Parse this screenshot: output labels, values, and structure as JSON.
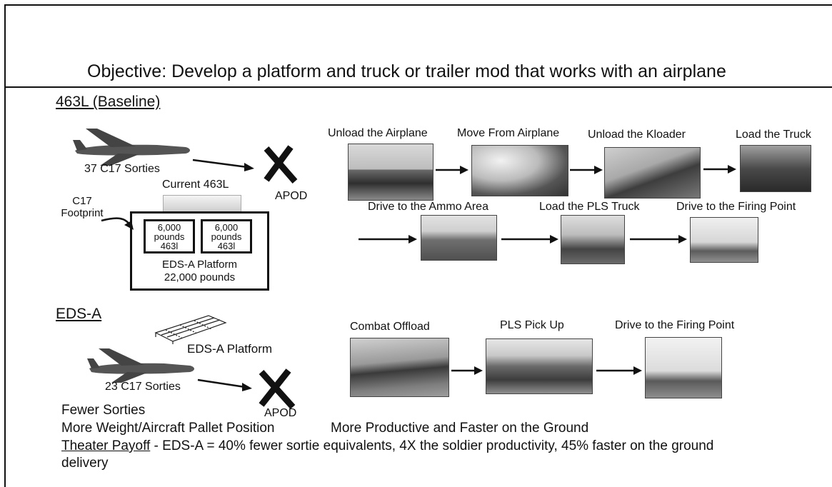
{
  "title": "Objective:  Develop a platform and truck or trailer mod that works with an airplane",
  "baseline": {
    "heading": "463L (Baseline)",
    "sorties": "37 C17 Sorties",
    "current_463l": "Current 463L",
    "apod": "APOD",
    "footprint_line1": "C17",
    "footprint_line2": "Footprint",
    "cell1": [
      "6,000",
      "pounds",
      "463l"
    ],
    "cell2": [
      "6,000",
      "pounds",
      "463l"
    ],
    "platform_line1": "EDS-A Platform",
    "platform_line2": "22,000 pounds",
    "steps_row1": [
      "Unload the Airplane",
      "Move From Airplane",
      "Unload the Kloader",
      "Load the Truck"
    ],
    "steps_row2": [
      "Drive to the Ammo Area",
      "Load the PLS Truck",
      "Drive to the Firing Point"
    ]
  },
  "edsa": {
    "heading": "EDS-A",
    "platform": "EDS-A Platform",
    "sorties": "23 C17 Sorties",
    "apod": "APOD",
    "steps": [
      "Combat Offload",
      "PLS Pick Up",
      "Drive to the Firing Point"
    ]
  },
  "summary": {
    "fewer_sorties": "Fewer Sorties",
    "more_weight": "More Weight/Aircraft Pallet Position",
    "more_productive": "More Productive and Faster on the Ground",
    "payoff_label": "Theater Payoff",
    "payoff_text": " - EDS-A = 40% fewer sortie equivalents, 4X the soldier productivity, 45% faster on the ground",
    "payoff_text2": "delivery"
  },
  "colors": {
    "ink": "#111111",
    "photo_sky": "#d8d8d8",
    "photo_ground": "#7a7a7a"
  }
}
